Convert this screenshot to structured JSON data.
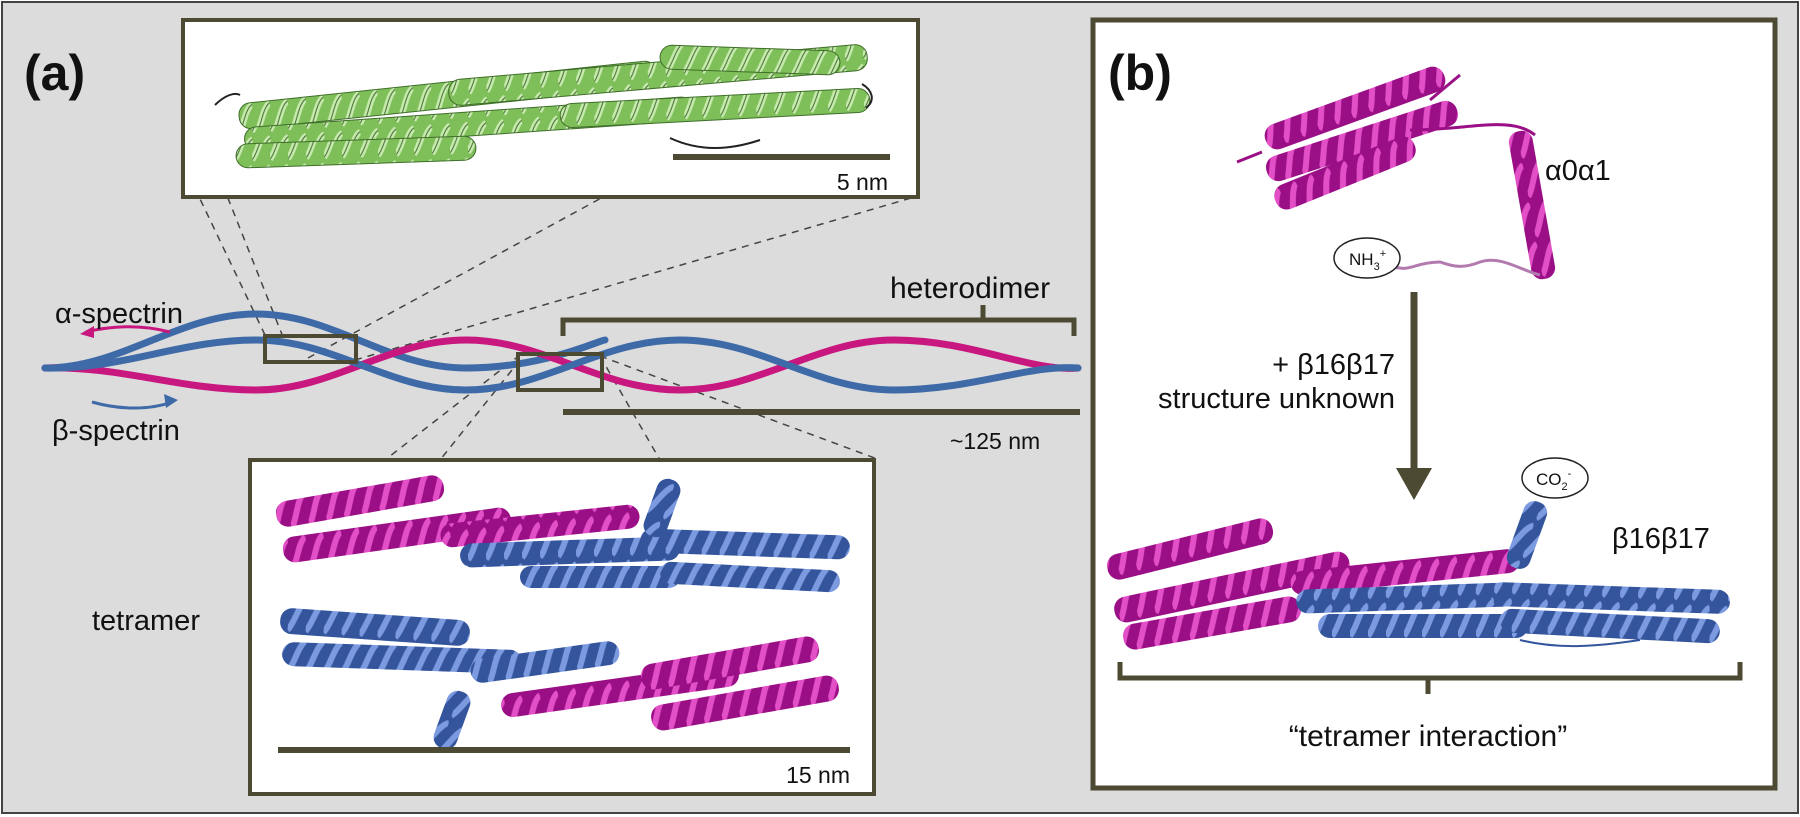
{
  "panel_a": {
    "label": "(a)",
    "alpha_label": "α-spectrin",
    "beta_label": "β-spectrin",
    "heterodimer_label": "heterodimer",
    "length_label": "~125 nm",
    "top_inset_scale": "5 nm",
    "bottom_inset_scale": "15 nm",
    "tetramer_label": "tetramer"
  },
  "panel_b": {
    "label": "(b)",
    "a0a1_label": "α0α1",
    "nh3": {
      "base": "NH",
      "sub": "3",
      "sup": "+"
    },
    "co2": {
      "base": "CO",
      "sub": "2",
      "sup": "-"
    },
    "reaction_line1": "+ β16β17",
    "reaction_line2": "structure unknown",
    "b16b17_label": "β16β17",
    "caption": "“tetramer interaction”"
  },
  "colors": {
    "background": "#dcdcdc",
    "frame": "#4d4a33",
    "alpha_magenta": "#c8177f",
    "beta_blue": "#3f6aa8",
    "helix_green": "#9ccf7c",
    "helix_magenta": "#b4169c",
    "helix_blue": "#4a68b8"
  }
}
